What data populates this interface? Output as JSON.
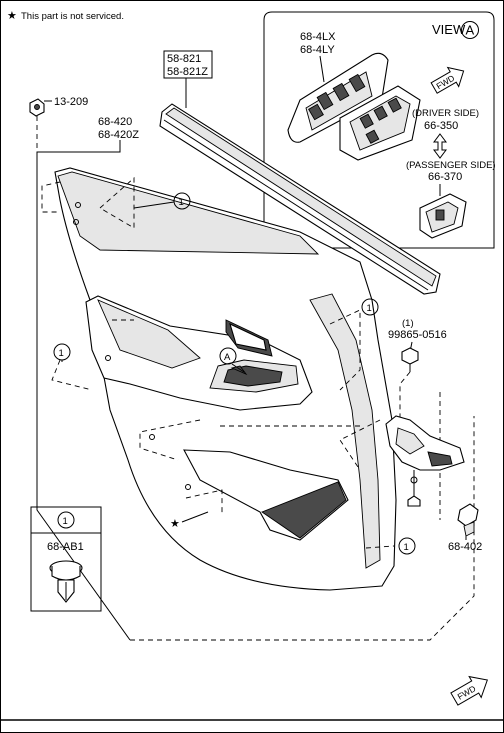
{
  "note": {
    "star": "★",
    "text": "This part is not serviced."
  },
  "view": {
    "label": "VIEW",
    "letter": "A"
  },
  "callout_letter": "A",
  "circle_number": "1",
  "parts": {
    "trim_strip": [
      "58-821",
      "58-821Z"
    ],
    "switch_panel": [
      "68-4LX",
      "68-4LY"
    ],
    "door_trim": [
      "68-420",
      "68-420Z"
    ],
    "screw": "13-209",
    "driver_switch": {
      "caption": "(DRIVER SIDE)",
      "number": "66-350"
    },
    "passenger_switch": {
      "caption": "(PASSENGER SIDE)",
      "number": "66-370"
    },
    "bolt": {
      "qty": "(1)",
      "number": "99865-0516"
    },
    "clip_right": "68-402",
    "clip_box": "68-AB1"
  },
  "fwd": "FWD",
  "colors": {
    "highlight_box": "#e8262b",
    "line": "#000000"
  },
  "icons": [
    "star-icon",
    "fwd-arrow-icon",
    "double-arrow-icon"
  ]
}
